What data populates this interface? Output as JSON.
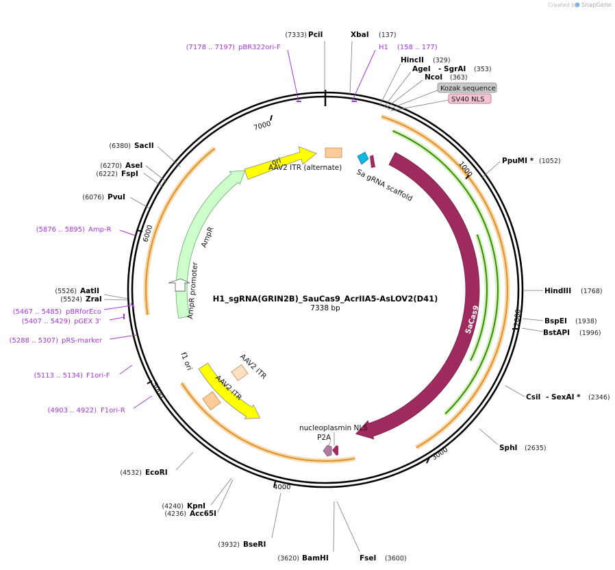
{
  "credit": {
    "prefix": "Created by",
    "brand": "SnapGene"
  },
  "map": {
    "name": "H1_sgRNA(GRIN2B)_SauCas9_AcrIIA5-AsLOV2(D41)",
    "length_label": "7338 bp",
    "total_bp": 7338
  },
  "ticks": [
    {
      "bp": 1000,
      "label": "1000"
    },
    {
      "bp": 2000,
      "label": "2000"
    },
    {
      "bp": 3000,
      "label": "3000"
    },
    {
      "bp": 4000,
      "label": "4000"
    },
    {
      "bp": 5000,
      "label": "5000"
    },
    {
      "bp": 6000,
      "label": "6000"
    },
    {
      "bp": 7000,
      "label": "7000"
    }
  ],
  "sites": [
    {
      "name": "PciI",
      "pos": "(7333)",
      "bp": 7333
    },
    {
      "name": "XbaI",
      "pos": "(137)",
      "bp": 137
    },
    {
      "name": "HincII",
      "pos": "(329)",
      "bp": 329
    },
    {
      "name": "AgeI",
      "extra": "- SgrAI",
      "pos": "(353)",
      "bp": 353
    },
    {
      "name": "NcoI",
      "pos": "(363)",
      "bp": 363
    },
    {
      "name": "PpuMI *",
      "pos": "(1052)",
      "bp": 1052
    },
    {
      "name": "HindIII",
      "pos": "(1768)",
      "bp": 1768
    },
    {
      "name": "BspEI",
      "pos": "(1938)",
      "bp": 1938
    },
    {
      "name": "BstAPI",
      "pos": "(1996)",
      "bp": 1996
    },
    {
      "name": "CsiI",
      "extra": "- SexAI *",
      "pos": "(2346)",
      "bp": 2346
    },
    {
      "name": "SphI",
      "pos": "(2635)",
      "bp": 2635
    },
    {
      "name": "FseI",
      "pos": "(3600)",
      "bp": 3600
    },
    {
      "name": "BamHI",
      "pos": "(3620)",
      "bp": 3620
    },
    {
      "name": "BseRI",
      "pos": "(3932)",
      "bp": 3932
    },
    {
      "name": "KpnI",
      "pos": "(4240)",
      "bp": 4240
    },
    {
      "name": "Acc65I",
      "pos": "(4236)",
      "bp": 4236
    },
    {
      "name": "EcoRI",
      "pos": "(4532)",
      "bp": 4532
    },
    {
      "name": "AatII",
      "pos": "(5526)",
      "bp": 5526
    },
    {
      "name": "ZraI",
      "pos": "(5524)",
      "bp": 5524
    },
    {
      "name": "PvuI",
      "pos": "(6076)",
      "bp": 6076
    },
    {
      "name": "FspI",
      "pos": "(6222)",
      "bp": 6222
    },
    {
      "name": "AseI",
      "pos": "(6270)",
      "bp": 6270
    },
    {
      "name": "SacII",
      "pos": "(6380)",
      "bp": 6380
    }
  ],
  "primers": [
    {
      "name": "pBR322ori-F",
      "pos": "(7178 .. 7197)",
      "bp": 7187
    },
    {
      "name": "H1",
      "pos": "(158 .. 177)",
      "bp": 167
    },
    {
      "name": "Amp-R",
      "pos": "(5876 .. 5895)",
      "bp": 5885
    },
    {
      "name": "pBRforEco",
      "pos": "(5467 .. 5485)",
      "bp": 5476
    },
    {
      "name": "pGEX 3'",
      "pos": "(5407 .. 5429)",
      "bp": 5418
    },
    {
      "name": "pRS-marker",
      "pos": "(5288 .. 5307)",
      "bp": 5297
    },
    {
      "name": "F1ori-F",
      "pos": "(5113 .. 5134)",
      "bp": 5123
    },
    {
      "name": "F1ori-R",
      "pos": "(4903 .. 4922)",
      "bp": 4912
    }
  ],
  "tags": [
    {
      "name": "Kozak sequence",
      "color": "#c8c8c8"
    },
    {
      "name": "SV40 NLS",
      "color": "#f2c4d4"
    }
  ],
  "features": [
    {
      "name": "ori",
      "color": "#ffff00"
    },
    {
      "name": "AAV2 ITR (alternate)",
      "color": "#ffcc99"
    },
    {
      "name": "Sa gRNA scaffold",
      "color": "#9e2a5e"
    },
    {
      "name": "AmpR",
      "color": "#ccffcc"
    },
    {
      "name": "AmpR promoter",
      "color": "#ffffff"
    },
    {
      "name": "SaCas9",
      "color": "#9e2a5e"
    },
    {
      "name": "f1 ori",
      "color": "#ffff00"
    },
    {
      "name": "AAV2 ITR",
      "color": "#ffcc99"
    },
    {
      "name": "nucleoplasmin NLS",
      "color": "#9e2a5e"
    },
    {
      "name": "P2A",
      "color": "#b07aa1"
    }
  ],
  "colors": {
    "backbone": "#000000",
    "orange_arc": "#e6a040",
    "green_arc": "#3a8a00",
    "primer": "#a335d8"
  }
}
